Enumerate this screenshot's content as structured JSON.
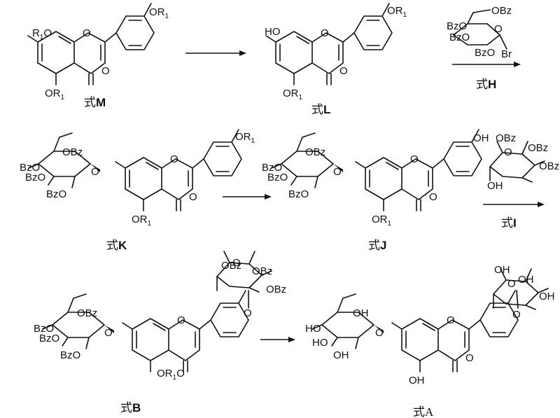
{
  "compounds": {
    "M": {
      "caption_prefix": "式",
      "caption_letter": "M",
      "r1_left": "R",
      "r1_sub": "1",
      "o": "O",
      "oxo": "O"
    },
    "L": {
      "caption_prefix": "式",
      "caption_letter": "L",
      "ho": "HO",
      "r1": "OR",
      "r1_sub": "1",
      "o": "O",
      "oxo": "O"
    },
    "H": {
      "caption_prefix": "式",
      "caption_letter": "H",
      "obz": "OBz",
      "bz": "Bz",
      "bro": "BzO",
      "br": "Br",
      "o": "O"
    },
    "K": {
      "caption_prefix": "式",
      "caption_letter": "K",
      "obz": "OBz",
      "bzo": "BzO",
      "bz": "Bz",
      "r1": "OR",
      "r1_sub": "1",
      "o": "O",
      "oxo": "O"
    },
    "J": {
      "caption_prefix": "式",
      "caption_letter": "J",
      "obz": "OBz",
      "bzo": "BzO",
      "bz": "Bz",
      "oh": "OH",
      "r1": "OR",
      "r1_sub": "1",
      "o": "O",
      "oxo": "O"
    },
    "I": {
      "caption_prefix": "式",
      "caption_letter": "I",
      "obz": "OBz",
      "oh": "OH",
      "o": "O"
    },
    "B": {
      "caption_prefix": "式",
      "caption_letter": "B",
      "obz": "OBz",
      "bzo": "BzO",
      "bz": "Bz",
      "r1": "OR",
      "r1_sub": "1",
      "o": "O",
      "oxo": "O"
    },
    "A": {
      "caption": "式A",
      "oh": "OH",
      "ho": "HO",
      "o": "O",
      "oxo": "O"
    }
  }
}
